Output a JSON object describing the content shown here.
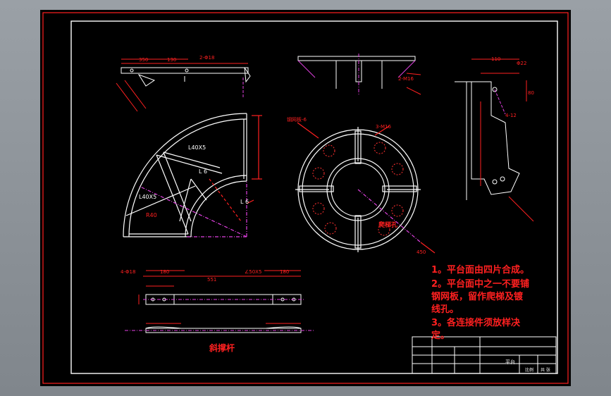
{
  "notes": {
    "n1": "1。平台面由四片合成。",
    "n2a": "2。平台面中之一不要铺",
    "n2b": "钢网板，留作爬梯及镀",
    "n2c": "线孔。",
    "n3a": "3。各连接件须放样决",
    "n3b": "定。"
  },
  "labels": {
    "part_bottom": "斜撑杆",
    "ladder_hole": "爬梯孔",
    "angle_1": "L40X5",
    "angle_2": "L40X5",
    "flat_1": "L 6",
    "flat_2": "L 6",
    "radius": "R40",
    "dim_bottom_total": "551",
    "dim_bottom_left": "180",
    "dim_bottom_right": "180",
    "dim_angle": "∠50X5",
    "dim_holes": "4-Φ18",
    "dim_top_1": "350",
    "dim_top_2": "130",
    "dim_top_3": "2-Φ18",
    "dim_right_1": "110",
    "dim_right_2": "Φ22",
    "dim_right_3": "80",
    "dim_right_4": "4-12",
    "dim_ring": "3-M16",
    "dim_mesh": "钢网板-6",
    "dim_side": "2-M16",
    "dim_450": "450"
  },
  "title_block": {
    "drawing_name": "平台",
    "scale_label": "比例",
    "sheet_label": "共 张"
  },
  "colors": {
    "line_white": "#ffffff",
    "line_red": "#ff2020",
    "line_magenta": "#e040e0",
    "background": "#000000"
  }
}
